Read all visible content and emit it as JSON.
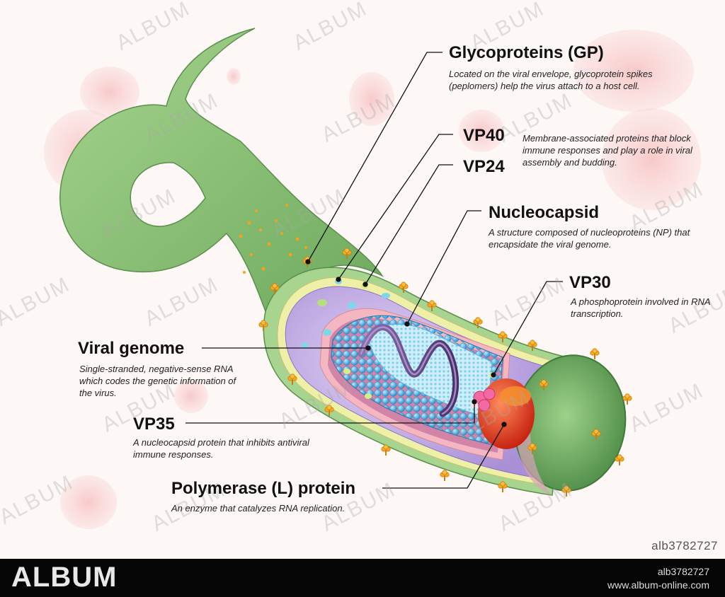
{
  "labels": {
    "gp": {
      "title": "Glycoproteins (GP)",
      "desc": "Located on the viral envelope, glycoprotein spikes (peplomers) help the virus attach to a host cell."
    },
    "vp40": {
      "title": "VP40"
    },
    "vp24": {
      "title": "VP24",
      "desc": "Membrane-associated proteins that block immune responses and play a role in viral assembly and budding."
    },
    "nucleocapsid": {
      "title": "Nucleocapsid",
      "desc": "A structure composed of nucleoproteins (NP) that encapsidate the viral genome."
    },
    "vp30": {
      "title": "VP30",
      "desc": "A phosphoprotein involved in RNA transcription."
    },
    "genome": {
      "title": "Viral genome",
      "desc": "Single-stranded, negative-sense RNA which codes the genetic information of the virus."
    },
    "vp35": {
      "title": "VP35",
      "desc": "A nucleocapsid protein that inhibits antiviral immune responses."
    },
    "polymerase": {
      "title": "Polymerase (L) protein",
      "desc": "An enzyme that catalyzes RNA replication."
    }
  },
  "watermark": {
    "text": "ALBUM"
  },
  "image_id": "alb3782727",
  "footer": {
    "logo": "ALBUM",
    "code": "alb3782727",
    "url": "www.album-online.com"
  },
  "colors": {
    "envelope": "#8fc57a",
    "envelope_dark": "#5f9a52",
    "matrix": "#c9b3e6",
    "nucleoprotein": "#49b3e6",
    "spike": "#f3a21d",
    "rna": "#6a4a8a",
    "polymerase": "#e8381a",
    "vp35": "#f05a96"
  }
}
